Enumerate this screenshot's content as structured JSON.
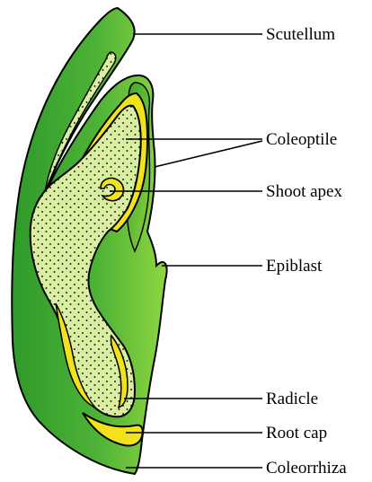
{
  "labels": {
    "scutellum": "Scutellum",
    "coleoptile": "Coleoptile",
    "shoot_apex": "Shoot apex",
    "epiblast": "Epiblast",
    "radicle": "Radicle",
    "root_cap": "Root cap",
    "coleorrhiza": "Coleorrhiza"
  },
  "colors": {
    "scutellum_dark": "#2f9a2a",
    "scutellum_light": "#8fd640",
    "coleoptile_yellow": "#f2e21c",
    "embryo_axis": "#d9eea0",
    "dots": "#1a1a1a",
    "outline": "#000000"
  }
}
